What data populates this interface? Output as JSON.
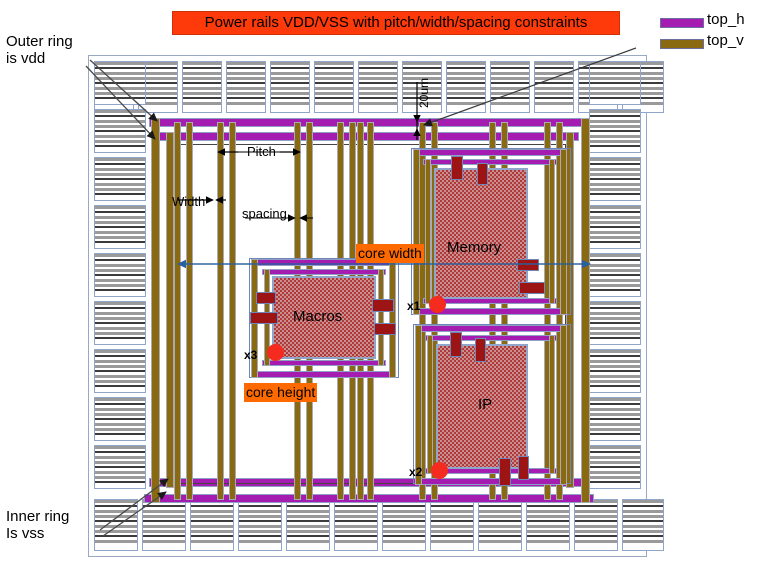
{
  "title": "Power rails VDD/VSS with pitch/width/spacing constraints",
  "legend": {
    "items": [
      {
        "label": "top_h",
        "color": "#a51cb0"
      },
      {
        "label": "top_v",
        "color": "#8a6a10"
      }
    ]
  },
  "annotations": {
    "outer_ring": "Outer ring\nis vdd",
    "inner_ring": "Inner ring\nIs vss",
    "pitch": "Pitch",
    "width": "Width",
    "spacing": "spacing",
    "height_dim": "20um",
    "core_width": "core width",
    "core_height": "core height"
  },
  "blocks": [
    {
      "name": "Macros",
      "instances": "x3"
    },
    {
      "name": "Memory",
      "instances": "x1"
    },
    {
      "name": "IP",
      "instances": "x2"
    }
  ],
  "colors": {
    "rail_horizontal": "#a51cb0",
    "rail_vertical": "#8a6a10",
    "highlight": "#ff6a00",
    "title_background": "#ff3a0a",
    "macro_fill": "#c98f90",
    "pin": "#9c1414",
    "marker": "#f42b1e"
  }
}
